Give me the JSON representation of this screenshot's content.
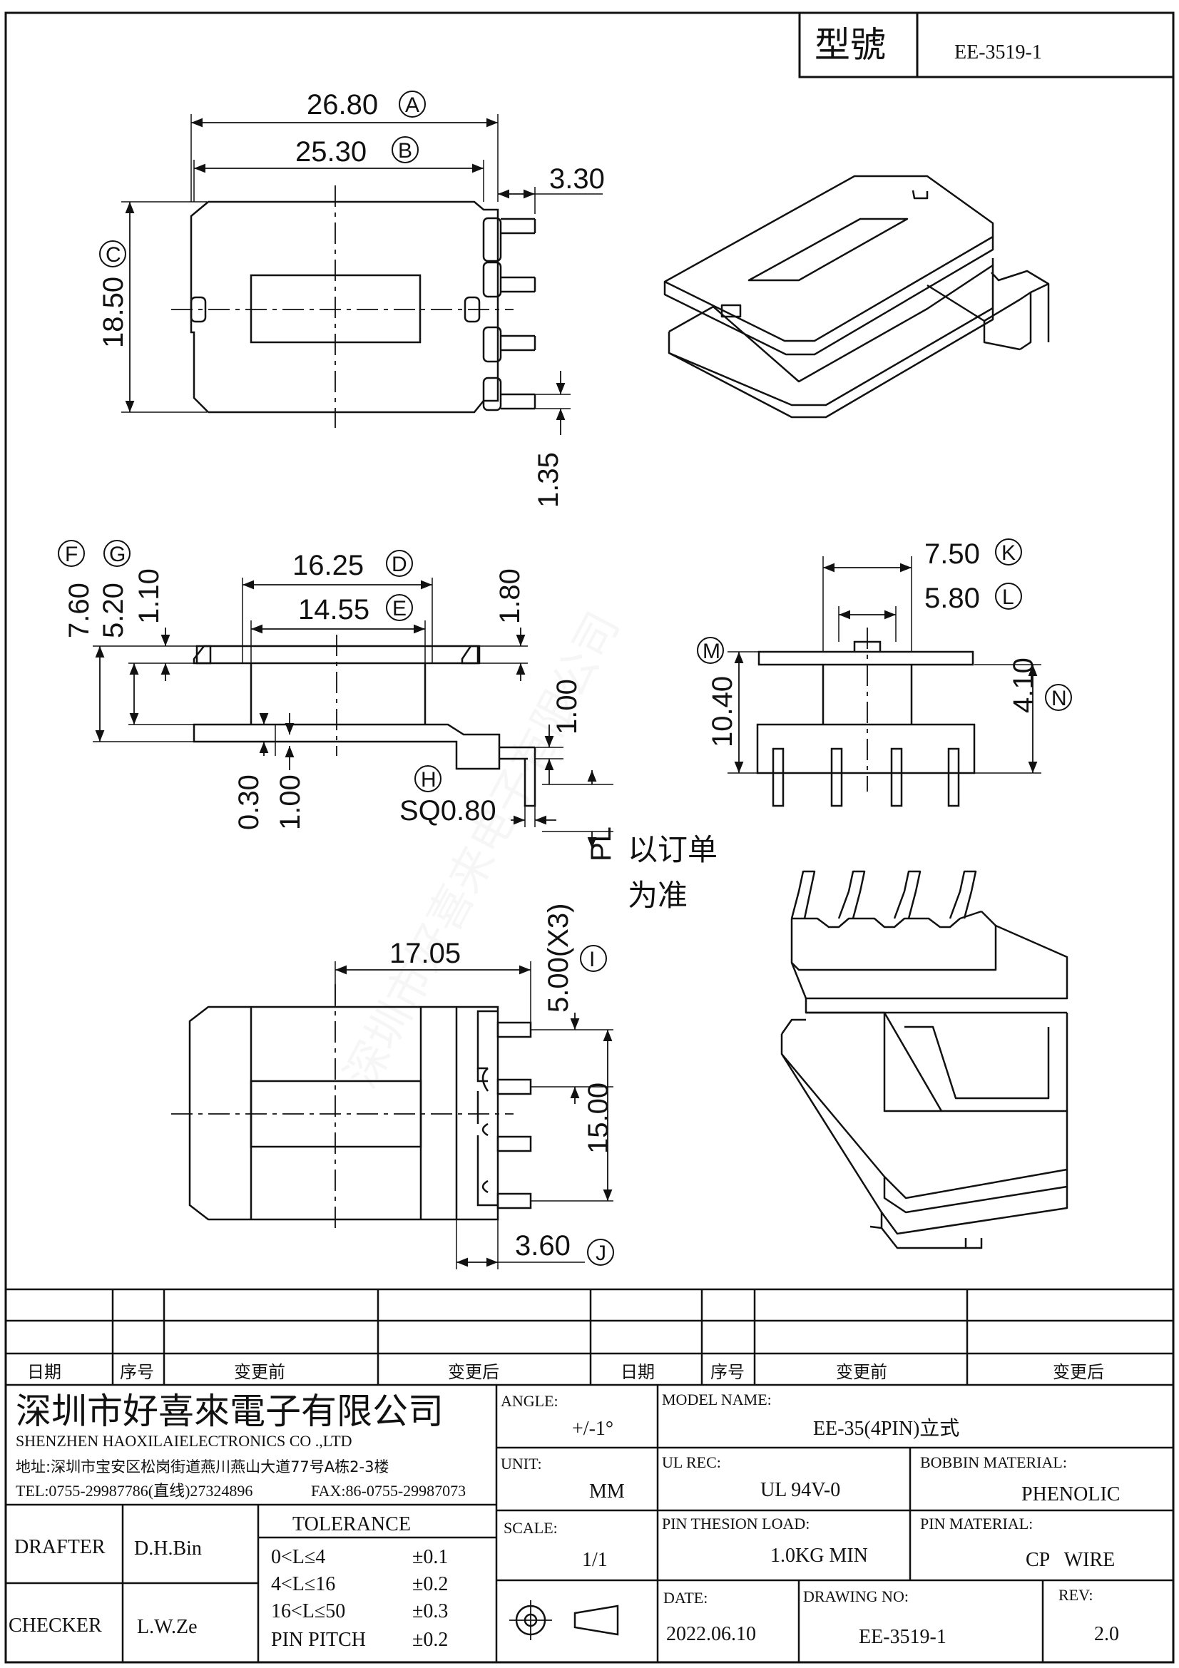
{
  "header": {
    "model_label": "型號",
    "model": "EE-3519-1"
  },
  "dims": {
    "A": "26.80",
    "B": "25.30",
    "C": "18.50",
    "pin_len_top": "3.30",
    "gap_135": "1.35",
    "D": "16.25",
    "E": "14.55",
    "F": "7.60",
    "G": "5.20",
    "g110": "1.10",
    "g180": "1.80",
    "g100a": "1.00",
    "g030": "0.30",
    "g100b": "1.00",
    "H": "SQ0.80",
    "PL": "PL",
    "pl_note_1": "以订单",
    "pl_note_2": "为准",
    "K": "7.50",
    "L": "5.80",
    "M": "10.40",
    "N": "4.10",
    "d1705": "17.05",
    "I": "5.00(X3)",
    "d1500": "15.00",
    "J": "3.60"
  },
  "circles": {
    "A": "A",
    "B": "B",
    "C": "C",
    "D": "D",
    "E": "E",
    "F": "F",
    "G": "G",
    "H": "H",
    "I": "I",
    "J": "J",
    "K": "K",
    "L": "L",
    "M": "M",
    "N": "N"
  },
  "revision_table": {
    "headers": [
      "日期",
      "序号",
      "变更前",
      "变更后",
      "日期",
      "序号",
      "变更前",
      "变更后"
    ]
  },
  "company": {
    "name_cn": "深圳市好喜來電子有限公司",
    "name_en": "SHENZHEN HAOXILAIELECTRONICS CO .,LTD",
    "address": "地址:深圳市宝安区松岗街道燕川燕山大道77号A栋2-3楼",
    "tel": "TEL:0755-29987786(直线)27324896",
    "fax": "FAX:86-0755-29987073"
  },
  "title_block": {
    "angle_label": "ANGLE:",
    "angle": "+/-1°",
    "model_name_label": "MODEL NAME:",
    "model_name": "EE-35(4PIN)立式",
    "unit_label": "UNIT:",
    "unit": "MM",
    "ul_label": "UL REC:",
    "ul": "UL 94V-0",
    "bobbin_label": "BOBBIN MATERIAL:",
    "bobbin": "PHENOLIC",
    "scale_label": "SCALE:",
    "scale": "1/1",
    "pin_tension_label": "PIN THESION LOAD:",
    "pin_tension": "1.0KG MIN",
    "pin_material_label": "PIN MATERIAL:",
    "pin_material": "CP   WIRE",
    "date_label": "DATE:",
    "date": "2022.06.10",
    "drawing_no_label": "DRAWING NO:",
    "drawing_no": "EE-3519-1",
    "rev_label": "REV:",
    "rev": "2.0",
    "drafter_label": "DRAFTER",
    "drafter": "D.H.Bin",
    "checker_label": "CHECKER",
    "checker": "L.W.Ze",
    "tolerance_title": "TOLERANCE",
    "tolerance": [
      {
        "range": "0<L≤4",
        "value": "±0.1"
      },
      {
        "range": "4<L≤16",
        "value": "±0.2"
      },
      {
        "range": "16<L≤50",
        "value": "±0.3"
      },
      {
        "range": "PIN PITCH",
        "value": "±0.2"
      }
    ]
  },
  "watermark": "深圳市好喜来电子有限公司"
}
